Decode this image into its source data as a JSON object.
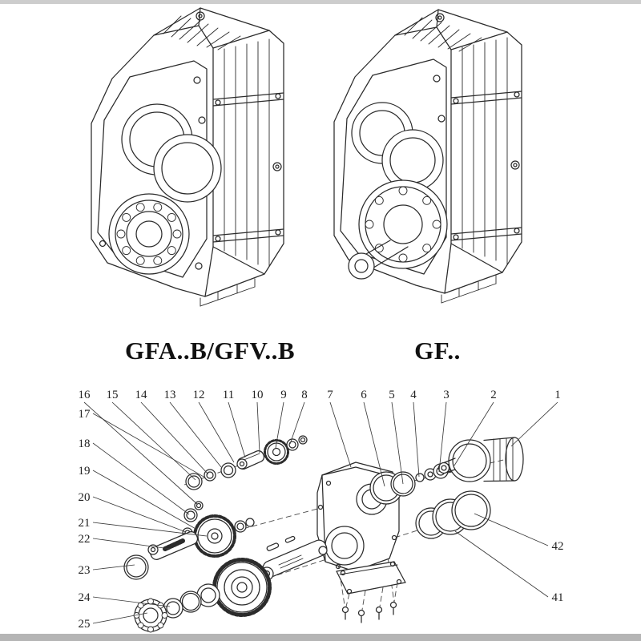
{
  "page": {
    "background": "#ffffff",
    "letterbox_color": "#c6c6c6",
    "line_color": "#2b2b2b",
    "callout_color": "#222222",
    "label_color": "#111111"
  },
  "models": [
    {
      "id": "gfab",
      "label": "GFA..B/GFV..B"
    },
    {
      "id": "gf",
      "label": "GF.."
    }
  ],
  "exploded": {
    "callouts_top": [
      "16",
      "15",
      "14",
      "13",
      "12",
      "11",
      "10",
      "9",
      "8",
      "7",
      "6",
      "5",
      "4",
      "3",
      "2",
      "1"
    ],
    "callouts_left": [
      "17",
      "18",
      "19",
      "20",
      "21",
      "22",
      "23",
      "24",
      "25"
    ],
    "callouts_right": [
      "42",
      "41"
    ]
  }
}
